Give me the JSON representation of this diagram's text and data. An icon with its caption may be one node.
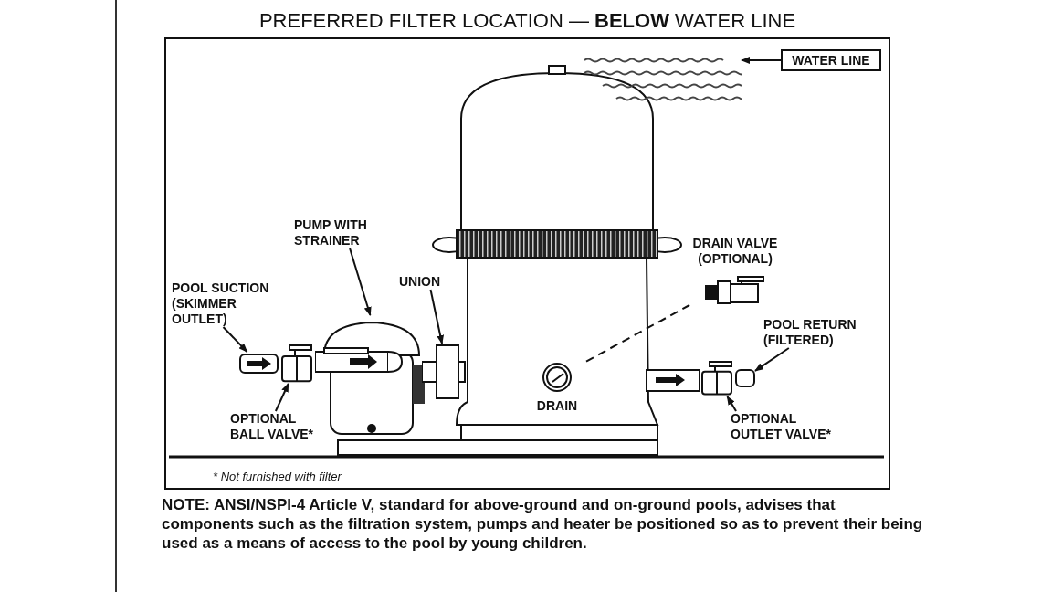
{
  "diagram": {
    "title": "PREFERRED FILTER LOCATION — **BELOW** WATER LINE",
    "caption": "NOTE: ANSI/NSPI-4 Article V, standard for above-ground and on-ground pools, advises that components such as the filtration system, pumps and heater be positioned so as to prevent their being used as a means of access to the pool by young children.",
    "nodes": [
      {
        "text": [
          "WATER LINE"
        ]
      },
      {
        "text": [],
        "shape": "line"
      },
      {
        "text": [
          "PUMP WITH STRAINER"
        ]
      },
      {
        "text": [],
        "shape": "pump"
      },
      {
        "text": [
          "DRAIN VALVE (OPTIONAL)"
        ]
      },
      {
        "text": [
          "UNION"
        ]
      },
      {
        "text": [],
        "shape": "fitting"
      },
      {
        "text": [
          "POOL SUCTION (SKIMMER OUTLET)"
        ]
      },
      {
        "text": [],
        "shape": "pipe"
      },
      {
        "text": [
          "POOL RETURN (FILTERED)"
        ]
      },
      {
        "text": [],
        "shape": "pipe"
      },
      {
        "text": [
          "DRAIN"
        ]
      },
      {
        "text": [
          "OPTIONAL BALL VALVE*"
        ]
      },
      {
        "text": [],
        "shape": "valve"
      },
      {
        "text": [
          "OPTIONAL OUTLET VALVE*"
        ]
      },
      {
        "text": [],
        "shape": "valve"
      }
    ],
    "edges": [
      {
        "from": 0,
        "to": 1,
        "arrow": "to"
      },
      {
        "from": 2,
        "to": 3,
        "arrow": "to"
      },
      {
        "from": 11,
        "to": 4,
        "arrow": "none",
        "style": "dashed"
      },
      {
        "from": 5,
        "to": 6,
        "arrow": "to"
      },
      {
        "from": 7,
        "to": 8,
        "arrow": "to"
      },
      {
        "from": 9,
        "to": 10,
        "arrow": "to"
      },
      {
        "from": 12,
        "to": 13,
        "arrow": "to"
      },
      {
        "from": 14,
        "to": 15,
        "arrow": "to"
      }
    ],
    "labels": [
      "* Not furnished with filter"
    ]
  }
}
